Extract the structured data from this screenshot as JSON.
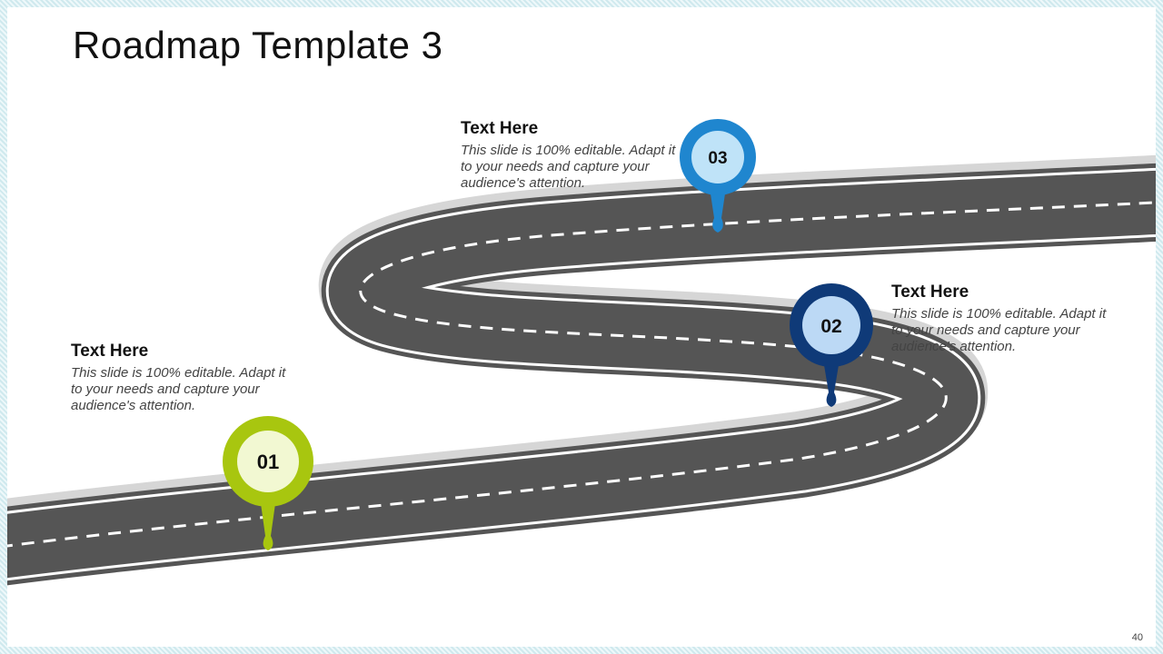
{
  "slide": {
    "title": "Roadmap Template 3",
    "page_number": "40"
  },
  "milestones": [
    {
      "number": "01",
      "heading": "Text Here",
      "body": "This slide is 100% editable. Adapt it to your needs and capture your audience's attention.",
      "color": "#a8c60f",
      "inner_color": "#f2f8d2"
    },
    {
      "number": "02",
      "heading": "Text Here",
      "body": "This slide is 100% editable. Adapt it to your needs and capture your audience's attention.",
      "color": "#0f3a78",
      "inner_color": "#bcd9f5"
    },
    {
      "number": "03",
      "heading": "Text Here",
      "body": "This slide is 100% editable. Adapt it to your needs and capture your audience's attention.",
      "color": "#1f86cf",
      "inner_color": "#bfe3f8"
    }
  ],
  "road": {
    "asphalt_color": "#555555",
    "line_color": "#ffffff",
    "shadow_color": "#d0d0d0"
  }
}
